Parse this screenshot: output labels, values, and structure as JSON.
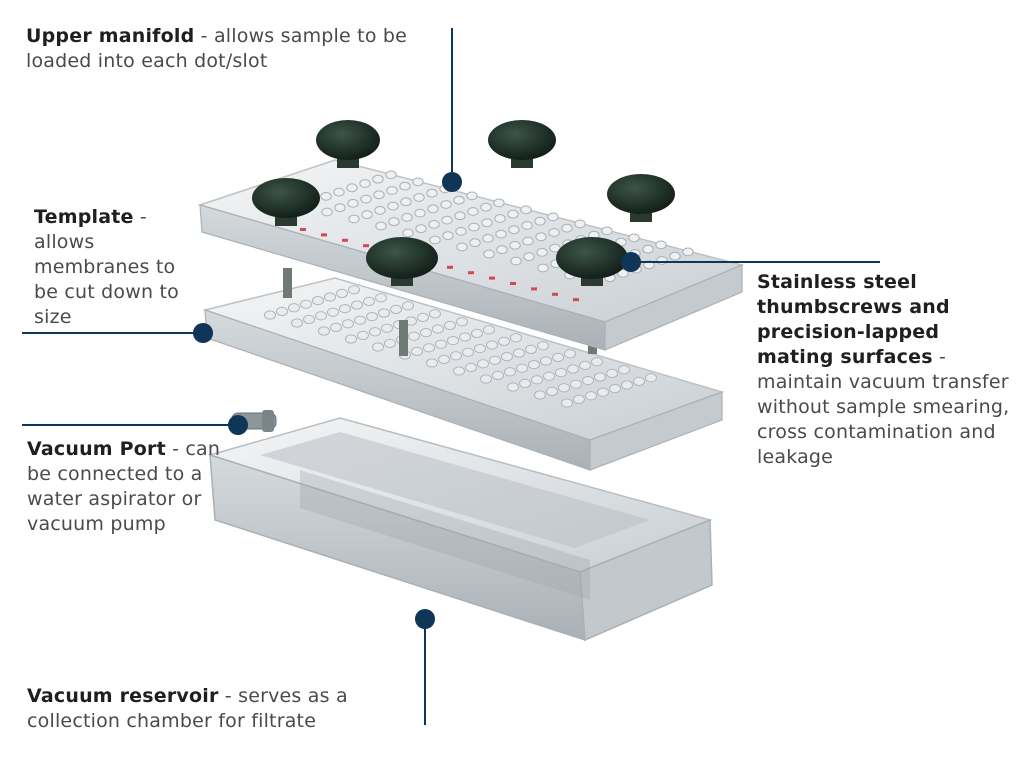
{
  "callouts": {
    "upper_manifold": {
      "title": "Upper manifold",
      "desc": " - allows sample to be loaded into each dot/slot"
    },
    "template": {
      "title": "Template",
      "desc": " - allows membranes to be cut down to size"
    },
    "vacuum_port": {
      "title": "Vacuum Port",
      "desc": " - can be connected to a water aspirator or vacuum pump"
    },
    "vacuum_reservoir": {
      "title": "Vacuum reservoir",
      "desc": " - serves as a collection chamber for filtrate"
    },
    "thumbscrews": {
      "title": "Stainless steel thumbscrews and precision-lapped mating surfaces",
      "desc": " - maintain vacuum transfer without sample smearing, cross contamination and leakage"
    }
  },
  "colors": {
    "leader": "#0f3557",
    "knob": "#1a2a22",
    "acrylic": "#e7eaec",
    "dot_red": "#d04a50"
  }
}
